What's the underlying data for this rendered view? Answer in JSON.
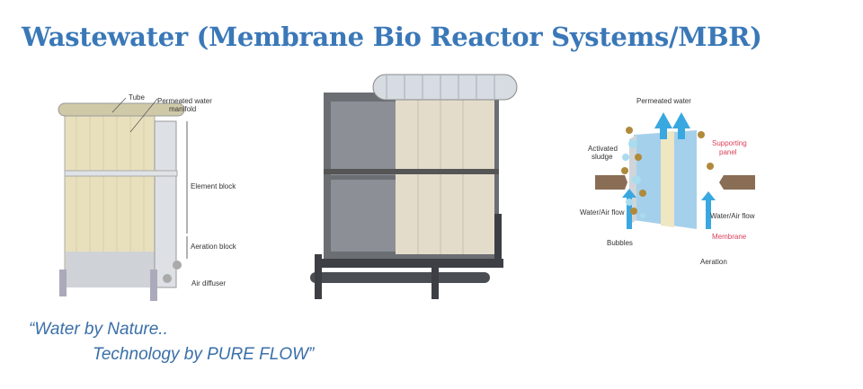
{
  "title": "Wastewater (Membrane Bio Reactor Systems/MBR)",
  "figure1": {
    "labels": {
      "tube": "Tube",
      "manifold_1": "Permeated water",
      "manifold_2": "manifold",
      "element_block": "Element block",
      "aeration_block": "Aeration block",
      "air_diffuser": "Air diffuser"
    }
  },
  "figure3": {
    "labels": {
      "permeated_water": "Permeated water",
      "activated_sludge_1": "Activated",
      "activated_sludge_2": "sludge",
      "supporting_panel_1": "Supporting",
      "supporting_panel_2": "panel",
      "flow_left": "Water/Air flow",
      "flow_right": "Water/Air flow",
      "bubbles": "Bubbles",
      "membrane": "Membrane",
      "aeration": "Aeration"
    }
  },
  "tagline": {
    "line1": "“Water by Nature..",
    "line2": "Technology by PURE FLOW”"
  },
  "colors": {
    "title": "#3a78b8",
    "tagline": "#3a6fa8",
    "red_label": "#d9405a"
  }
}
